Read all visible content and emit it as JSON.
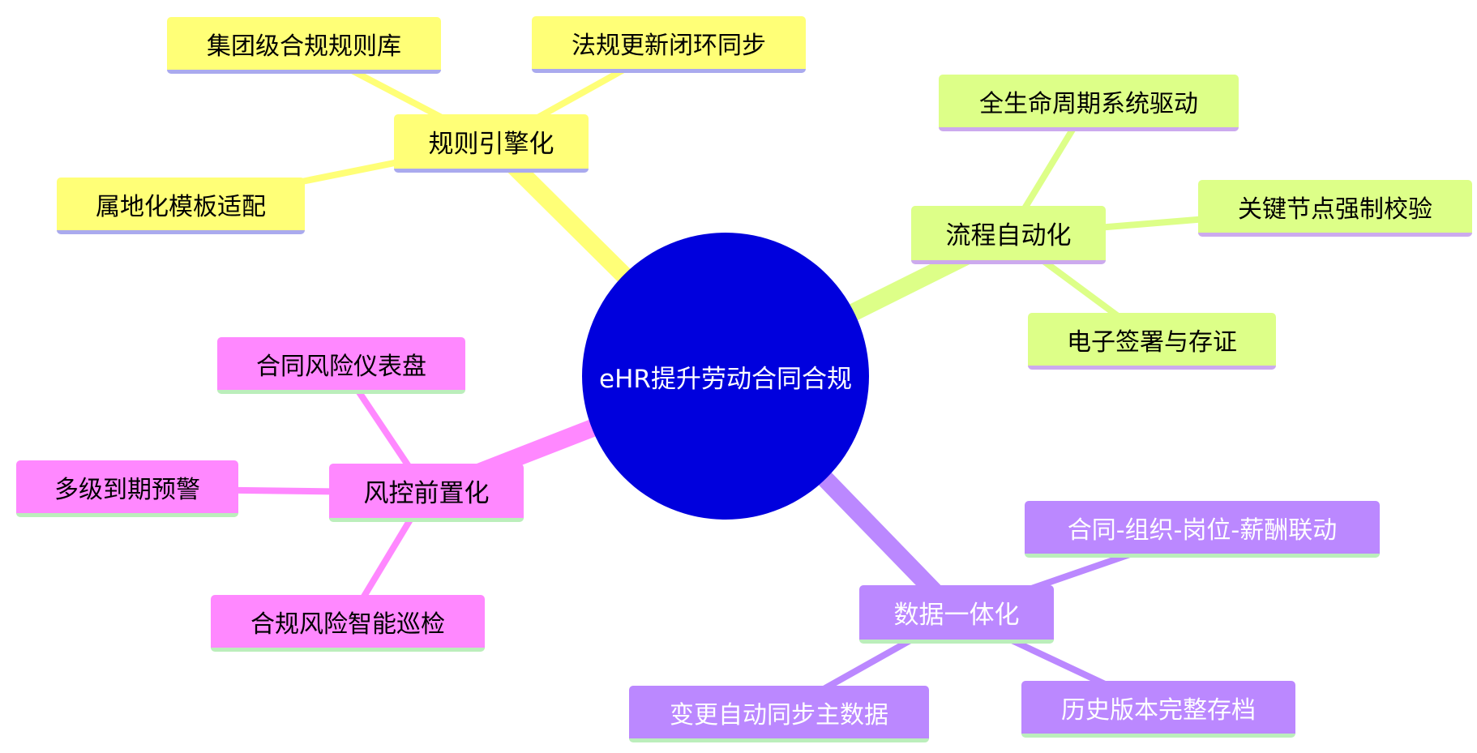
{
  "center": {
    "label": "eHR提升劳动合同合规",
    "fill": "#0000dd",
    "text_color": "#ffffff"
  },
  "branches": [
    {
      "id": "rules",
      "label": "规则引擎化",
      "fill": "#ffff77",
      "underline": "#aaaaee",
      "line": "#ffff77",
      "text_color": "#000000",
      "children": [
        "集团级合规规则库",
        "法规更新闭环同步",
        "属地化模板适配"
      ]
    },
    {
      "id": "process",
      "label": "流程自动化",
      "fill": "#ddff88",
      "underline": "#ccaaee",
      "line": "#ddff88",
      "text_color": "#000000",
      "children": [
        "全生命周期系统驱动",
        "关键节点强制校验",
        "电子签署与存证"
      ]
    },
    {
      "id": "risk",
      "label": "风控前置化",
      "fill": "#ff88ff",
      "underline": "#bbeebb",
      "line": "#ff88ff",
      "text_color": "#000000",
      "children": [
        "合同风险仪表盘",
        "多级到期预警",
        "合规风险智能巡检"
      ]
    },
    {
      "id": "data",
      "label": "数据一体化",
      "fill": "#bb88ff",
      "underline": "#bbeebb",
      "line": "#bb88ff",
      "text_color": "#ffffff",
      "children": [
        "合同-组织-岗位-薪酬联动",
        "变更自动同步主数据",
        "历史版本完整存档"
      ]
    }
  ]
}
